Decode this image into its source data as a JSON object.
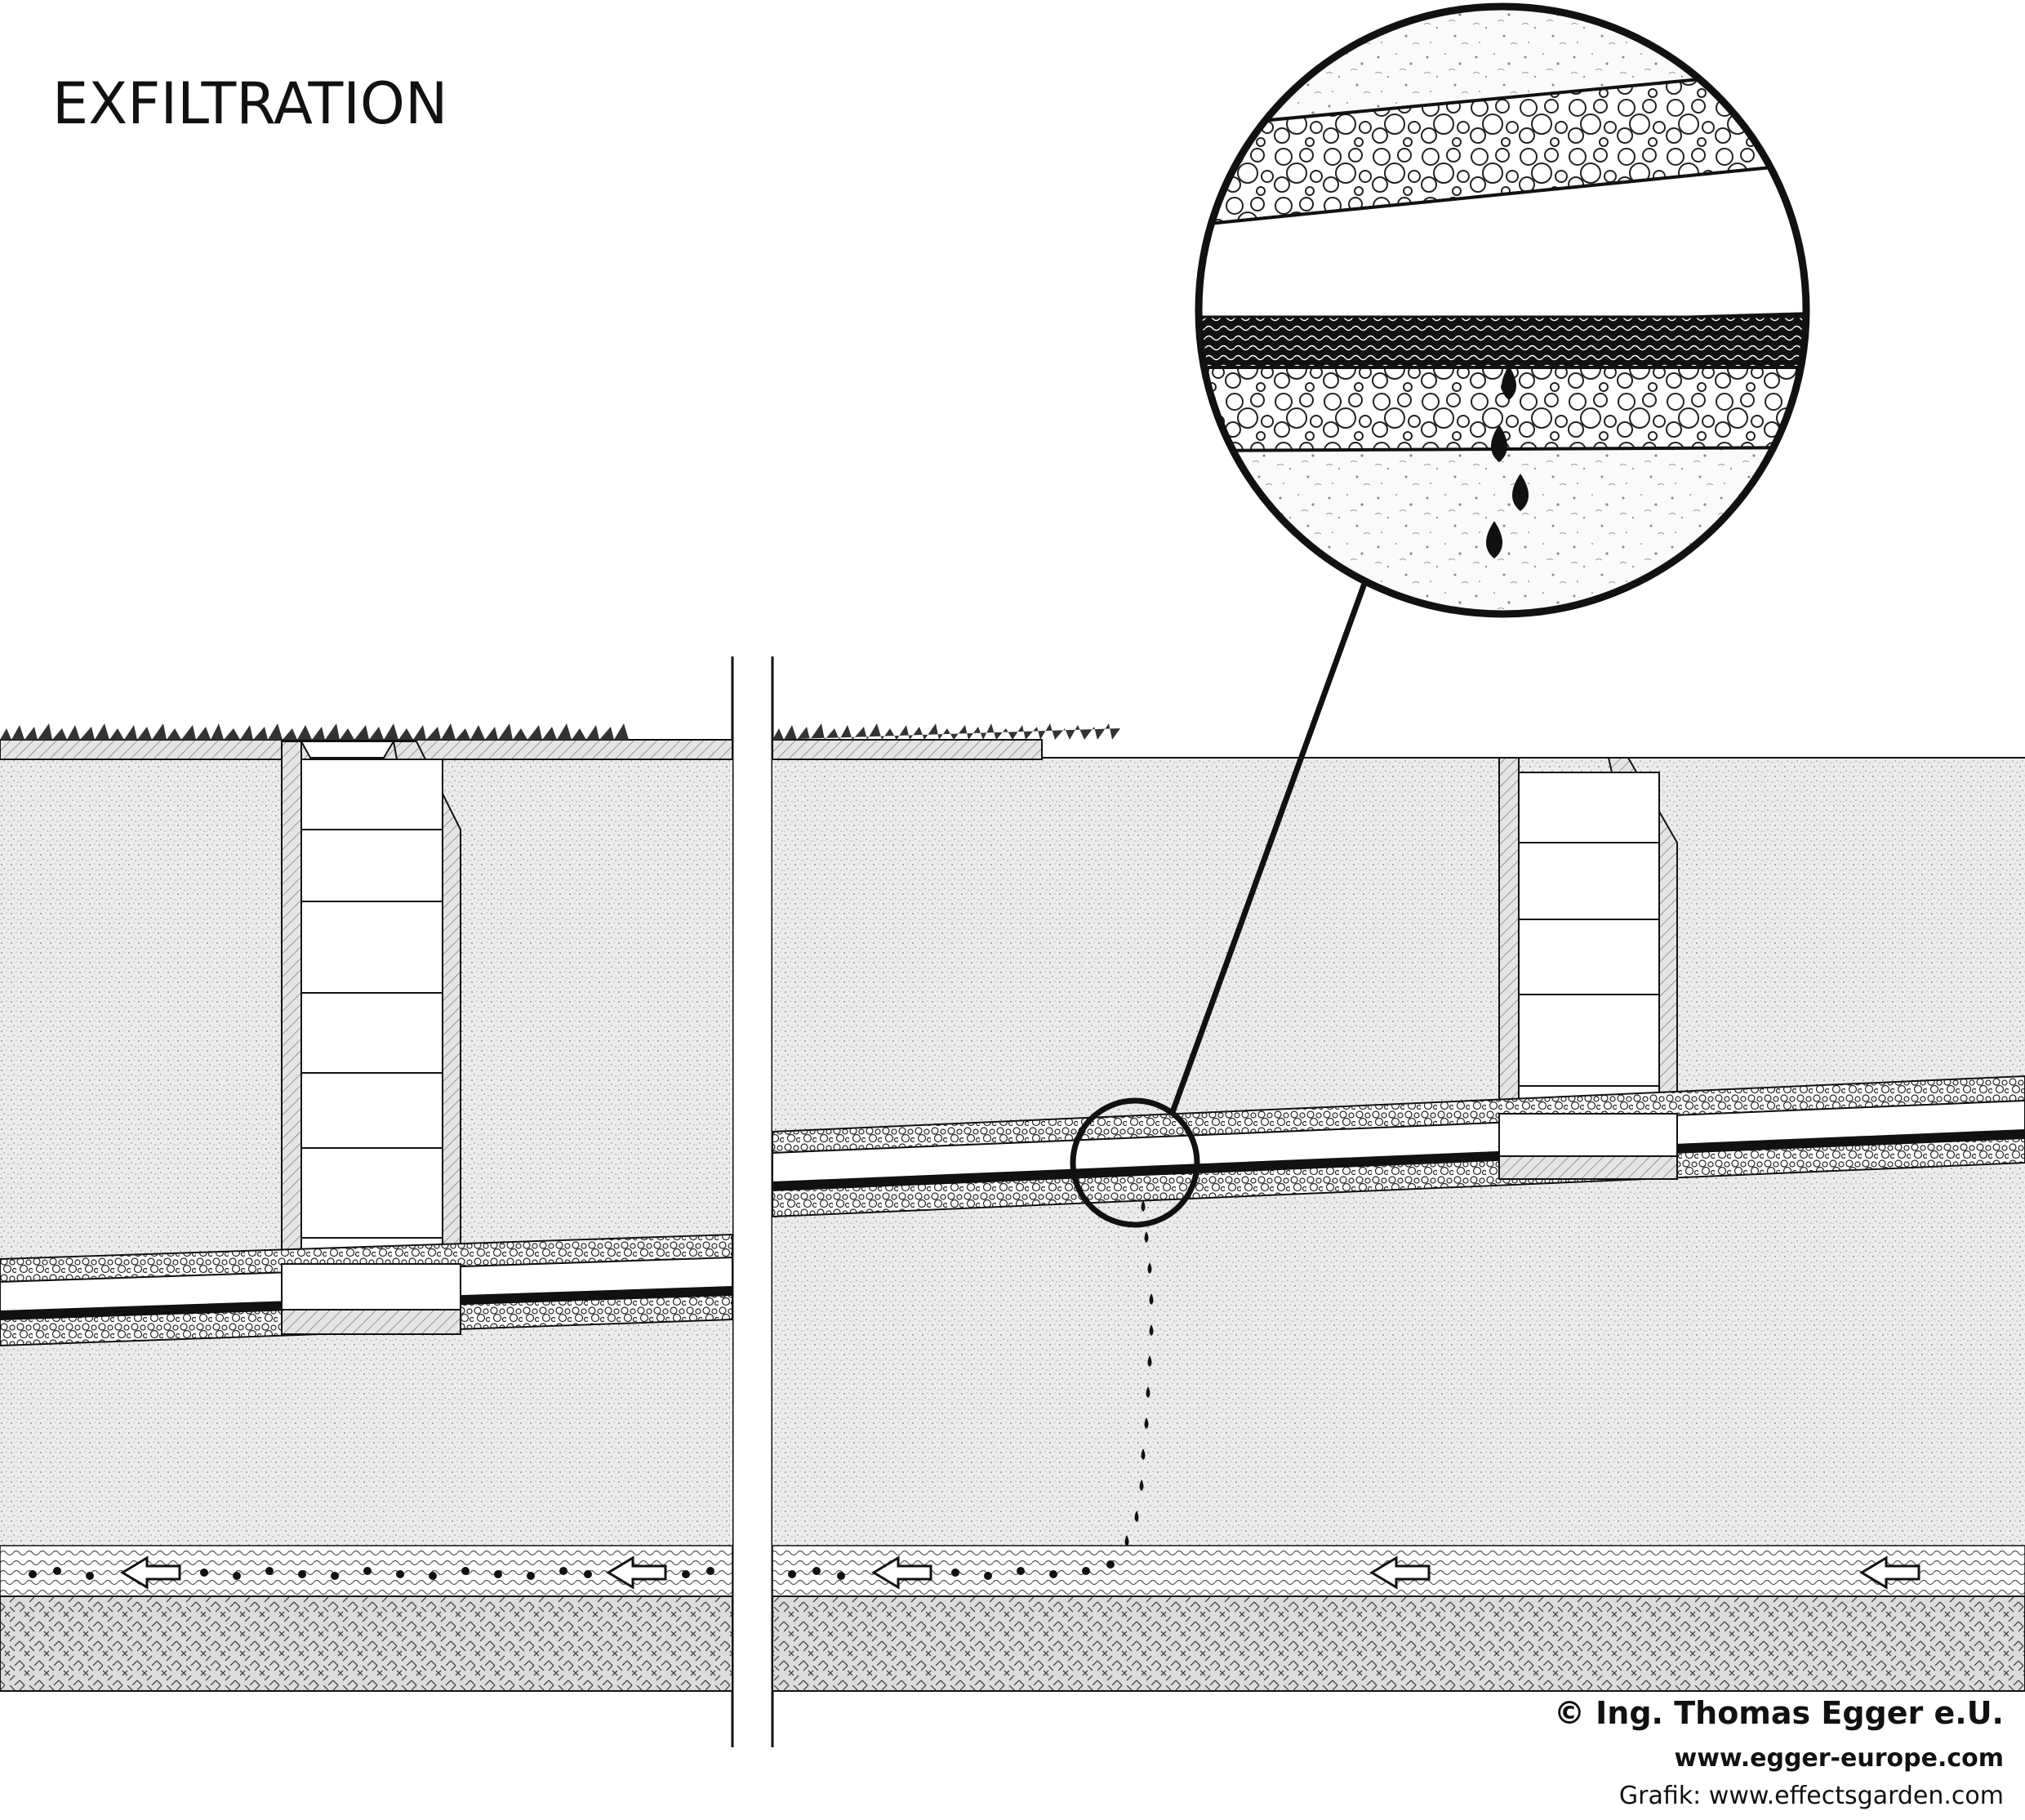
{
  "title": "EXFILTRATION",
  "credits": {
    "copyright": "© Ing. Thomas Egger e.U.",
    "website": "www.egger-europe.com",
    "graphic": "Grafik: www.effectsgarden.com"
  },
  "panels": [
    {
      "id": "left",
      "description_visible": false,
      "exfiltration": false
    },
    {
      "id": "right",
      "description_visible": false,
      "exfiltration": true
    }
  ],
  "colors": {
    "ink": "#111111",
    "soil": "#e9e9e9",
    "concrete": "#d9d9d9",
    "water": "#ffffff",
    "background": "#ffffff"
  },
  "icons": [
    "flow-arrow-icon",
    "water-drop-icon",
    "grass-icon"
  ]
}
